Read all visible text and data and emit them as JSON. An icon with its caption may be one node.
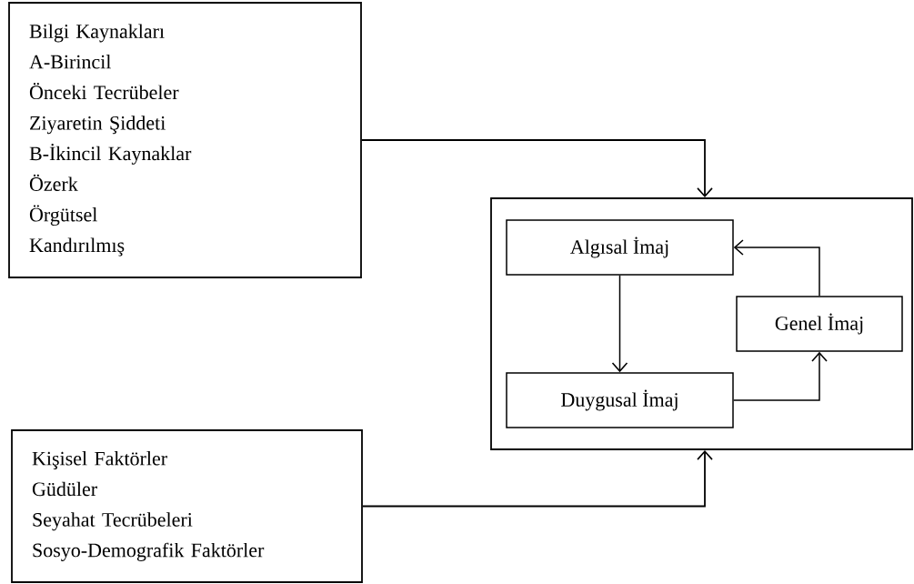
{
  "diagram": {
    "nodes": [
      {
        "text": [
          "Bilgi Kaynakları",
          "A-Birincil",
          "Önceki Tecrübeler",
          "Ziyaretin Şiddeti",
          "B-İkincil Kaynaklar",
          "Özerk",
          "Örgütsel",
          "Kandırılmış"
        ]
      },
      {
        "text": [],
        "shape": "box"
      },
      {
        "text": [
          "Algısal İmaj"
        ],
        "in": 1
      },
      {
        "text": [
          "Genel İmaj"
        ],
        "in": 1
      },
      {
        "text": [
          "Duygusal İmaj"
        ],
        "in": 1
      },
      {
        "text": [
          "Kişisel Faktörler",
          "Güdüler",
          "Seyahat Tecrübeleri",
          "Sosyo-Demografik Faktörler"
        ]
      }
    ],
    "edges": [
      {
        "from": 0,
        "to": 1,
        "arrow": "to"
      },
      {
        "from": 5,
        "to": 1,
        "arrow": "to"
      },
      {
        "from": 2,
        "to": 4,
        "arrow": "to"
      },
      {
        "from": 4,
        "to": 3,
        "arrow": "to"
      },
      {
        "from": 3,
        "to": 2,
        "arrow": "to"
      }
    ]
  }
}
